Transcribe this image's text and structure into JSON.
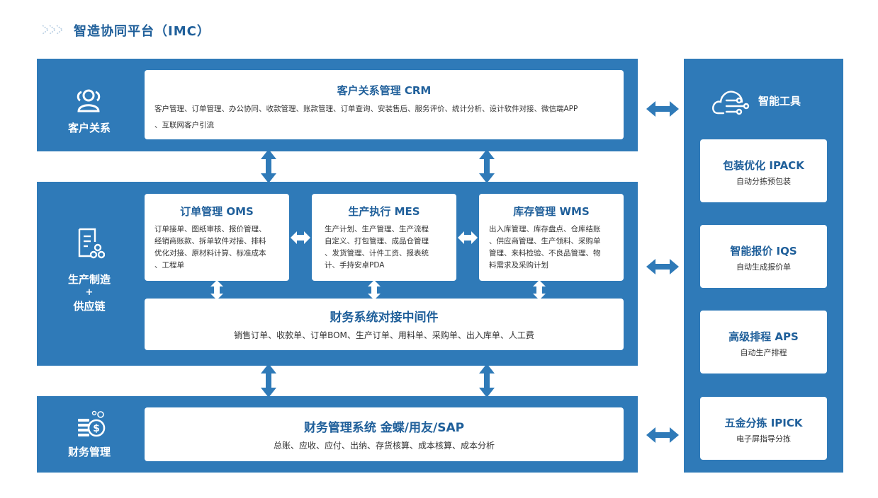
{
  "colors": {
    "band": "#2f7ab8",
    "title": "#1f5f9a",
    "arrow": "#2f7ab8"
  },
  "page_title": "智造协同平台（IMC）",
  "crm_section": {
    "label": "客户关系",
    "icon": "users-icon",
    "card_title": "客户关系管理 CRM",
    "card_desc_line1": "客户管理、订单管理、办公协同、收款管理、账款管理、订单查询、安装售后、服务评价、统计分析、设计软件对接、微信端APP",
    "card_desc_line2": "、互联网客户引流"
  },
  "production_section": {
    "label_line1": "生产制造",
    "label_line2": "+",
    "label_line3": "供应链",
    "icon": "document-process-icon",
    "oms": {
      "title": "订单管理 OMS",
      "lines": [
        "订单接单、图纸审核、报价管理、",
        "经销商账款、拆单软件对接、排料",
        "优化对接、原材料计算、标准成本",
        "、工程单"
      ]
    },
    "mes": {
      "title": "生产执行 MES",
      "lines": [
        "生产计划、生产管理、生产流程",
        "自定义、打包管理、成品仓管理",
        "、发货管理、计件工资、报表统",
        "计、手持安卓PDA"
      ]
    },
    "wms": {
      "title": "库存管理 WMS",
      "lines": [
        "出入库管理、库存盘点、仓库结账",
        "、供应商管理、生产领料、采购单",
        "管理、来料检验、不良品管理、物",
        "料需求及采购计划"
      ]
    },
    "middleware": {
      "title": "财务系统对接中间件",
      "desc": "销售订单、收款单、订单BOM、生产订单、用料单、采购单、出入库单、人工费"
    }
  },
  "finance_section": {
    "label": "财务管理",
    "icon": "money-coins-icon",
    "card_title": "财务管理系统 金蝶/用友/SAP",
    "card_desc": "总账、应收、应付、出纳、存货核算、成本核算、成本分析"
  },
  "tools_section": {
    "label": "智能工具",
    "icon": "cloud-network-icon",
    "items": [
      {
        "title": "包装优化 IPACK",
        "desc": "自动分拣预包装"
      },
      {
        "title": "智能报价 IQS",
        "desc": "自动生成报价单"
      },
      {
        "title": "高级排程 APS",
        "desc": "自动生产排程"
      },
      {
        "title": "五金分拣 IPICK",
        "desc": "电子屏指导分拣"
      }
    ]
  }
}
